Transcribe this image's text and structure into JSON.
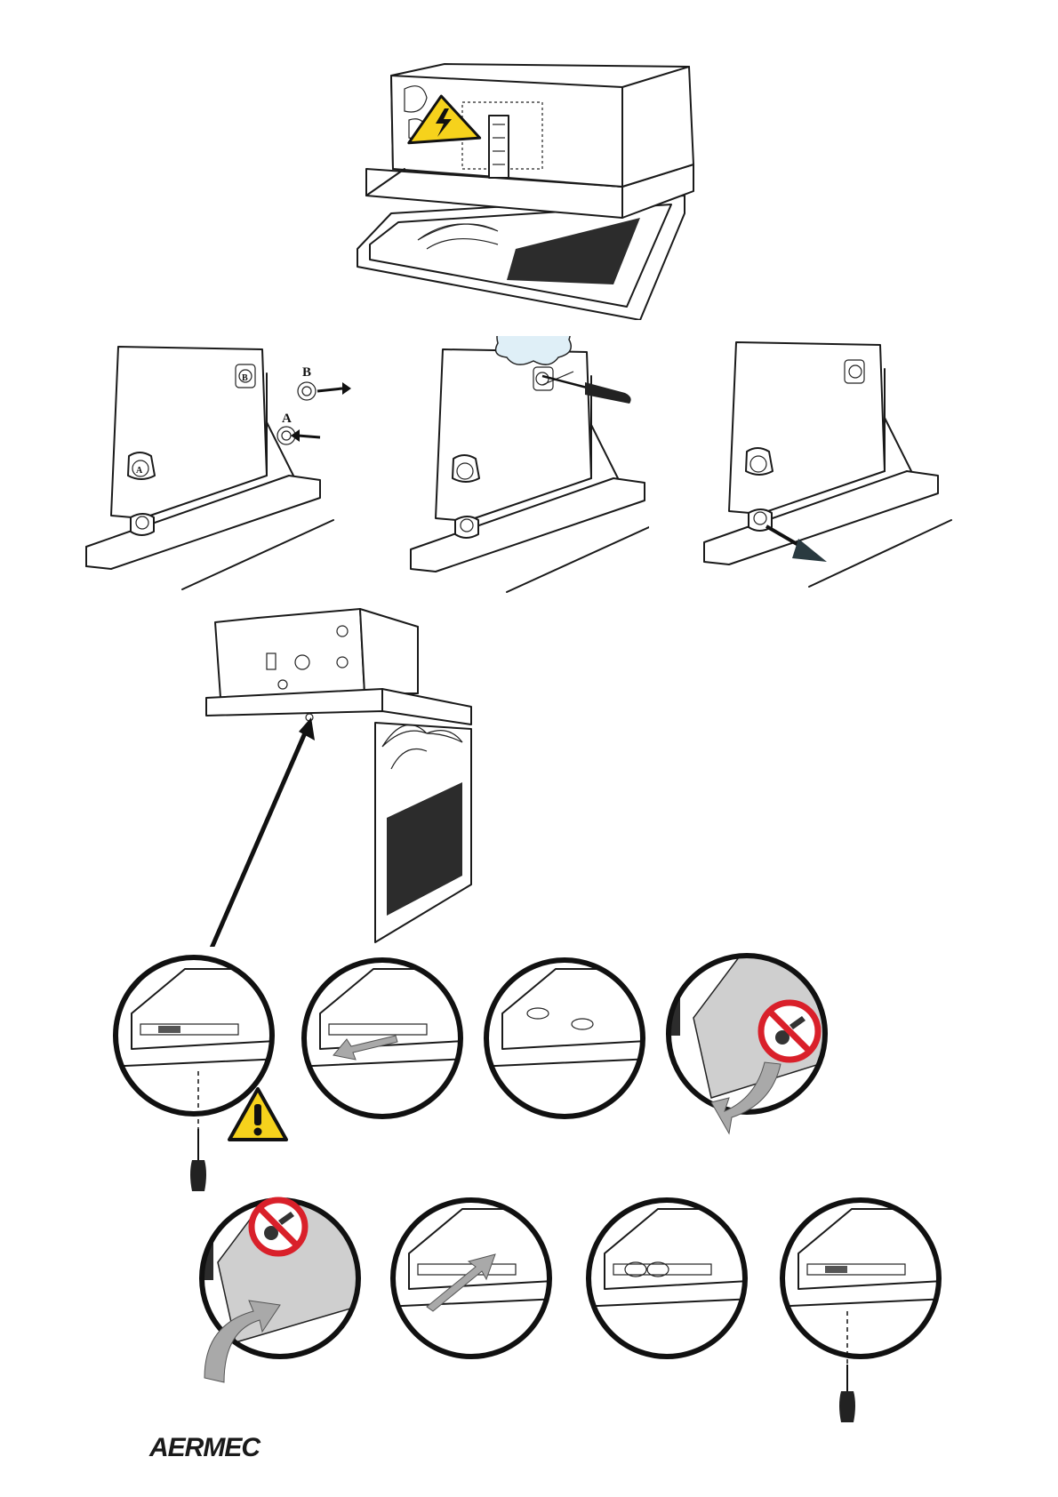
{
  "document": {
    "brand_logo": "AERMEC"
  },
  "labels": {
    "connector_b": "B",
    "connector_a": "A",
    "fitting_a": "A",
    "fitting_b": "B"
  },
  "icons": {
    "electric_hazard": "electric-hazard-icon",
    "caution": "caution-warning-icon",
    "no_tools": "no-tools-prohibition-icon",
    "screwdriver": "screwdriver-icon"
  },
  "colors": {
    "hazard_yellow": "#f6d21c",
    "prohibition_red": "#d9202a",
    "arrow_gray": "#a9a9a9",
    "line_black": "#1a1a1a",
    "filter_gray": "#cfcfcf"
  }
}
